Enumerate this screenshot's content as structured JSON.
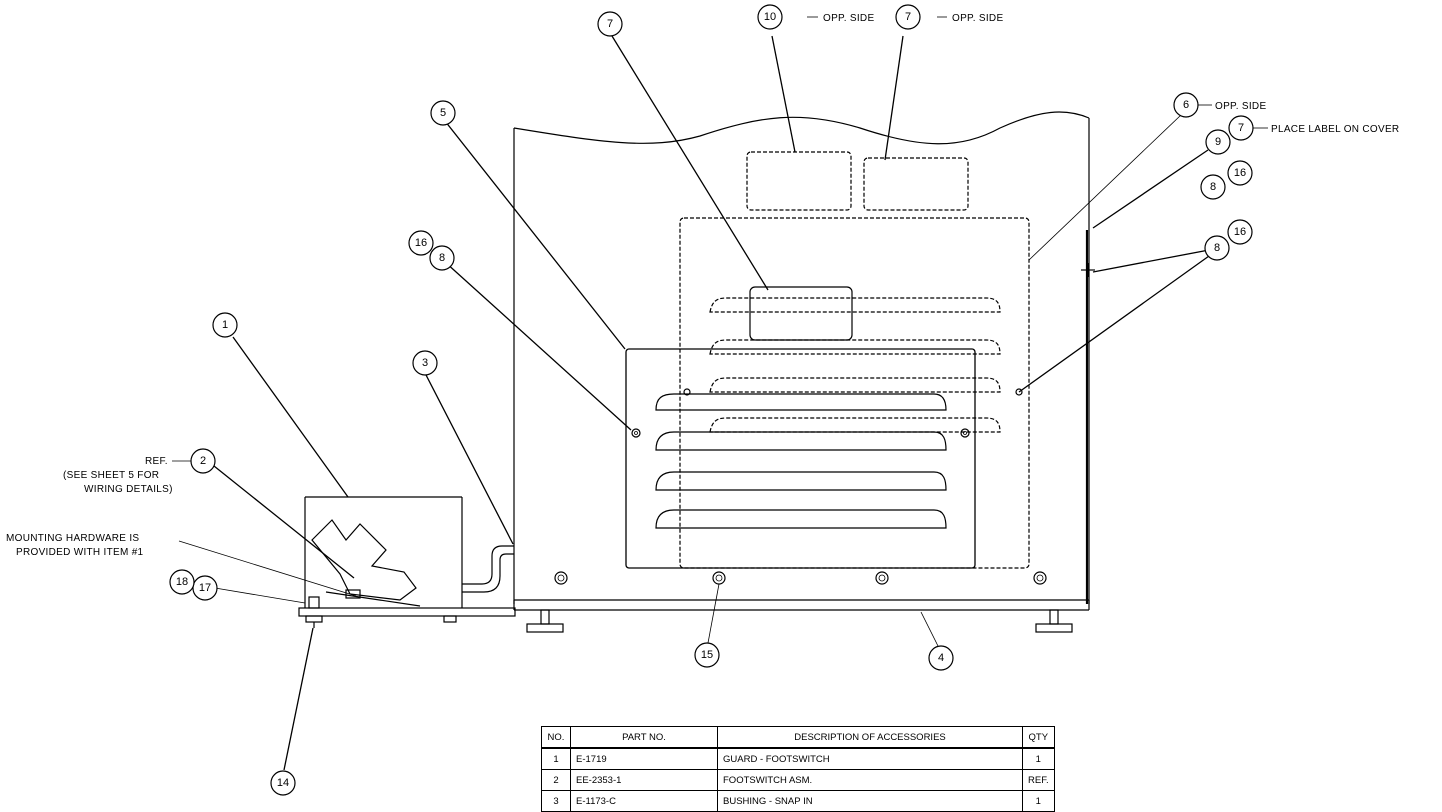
{
  "callouts": {
    "c1": "1",
    "c2": "2",
    "c3": "3",
    "c4": "4",
    "c5": "5",
    "c6": "6",
    "c7a": "7",
    "c7b": "7",
    "c7c": "7",
    "c8a": "8",
    "c8b": "8",
    "c8c": "8",
    "c9": "9",
    "c10": "10",
    "c14": "14",
    "c15": "15",
    "c16a": "16",
    "c16b": "16",
    "c16c": "16",
    "c17": "17",
    "c18": "18"
  },
  "notes": {
    "opp_side_10": "OPP. SIDE",
    "opp_side_7": "OPP. SIDE",
    "opp_side_6": "OPP. SIDE",
    "place_label": "PLACE LABEL ON COVER",
    "ref": "REF.",
    "see_sheet_1": "(SEE SHEET 5 FOR",
    "see_sheet_2": "WIRING DETAILS)",
    "mount_1": "MOUNTING HARDWARE IS",
    "mount_2": "PROVIDED WITH ITEM #1"
  },
  "parts_table": {
    "headers": {
      "no": "NO.",
      "part": "PART NO.",
      "desc": "DESCRIPTION OF ACCESSORIES",
      "qty": "QTY"
    },
    "rows": [
      {
        "no": "1",
        "part": "E-1719",
        "desc": "GUARD - FOOTSWITCH",
        "qty": "1"
      },
      {
        "no": "2",
        "part": "EE-2353-1",
        "desc": "FOOTSWITCH ASM.",
        "qty": "REF."
      },
      {
        "no": "3",
        "part": "E-1173-C",
        "desc": "BUSHING - SNAP IN",
        "qty": "1"
      }
    ]
  }
}
